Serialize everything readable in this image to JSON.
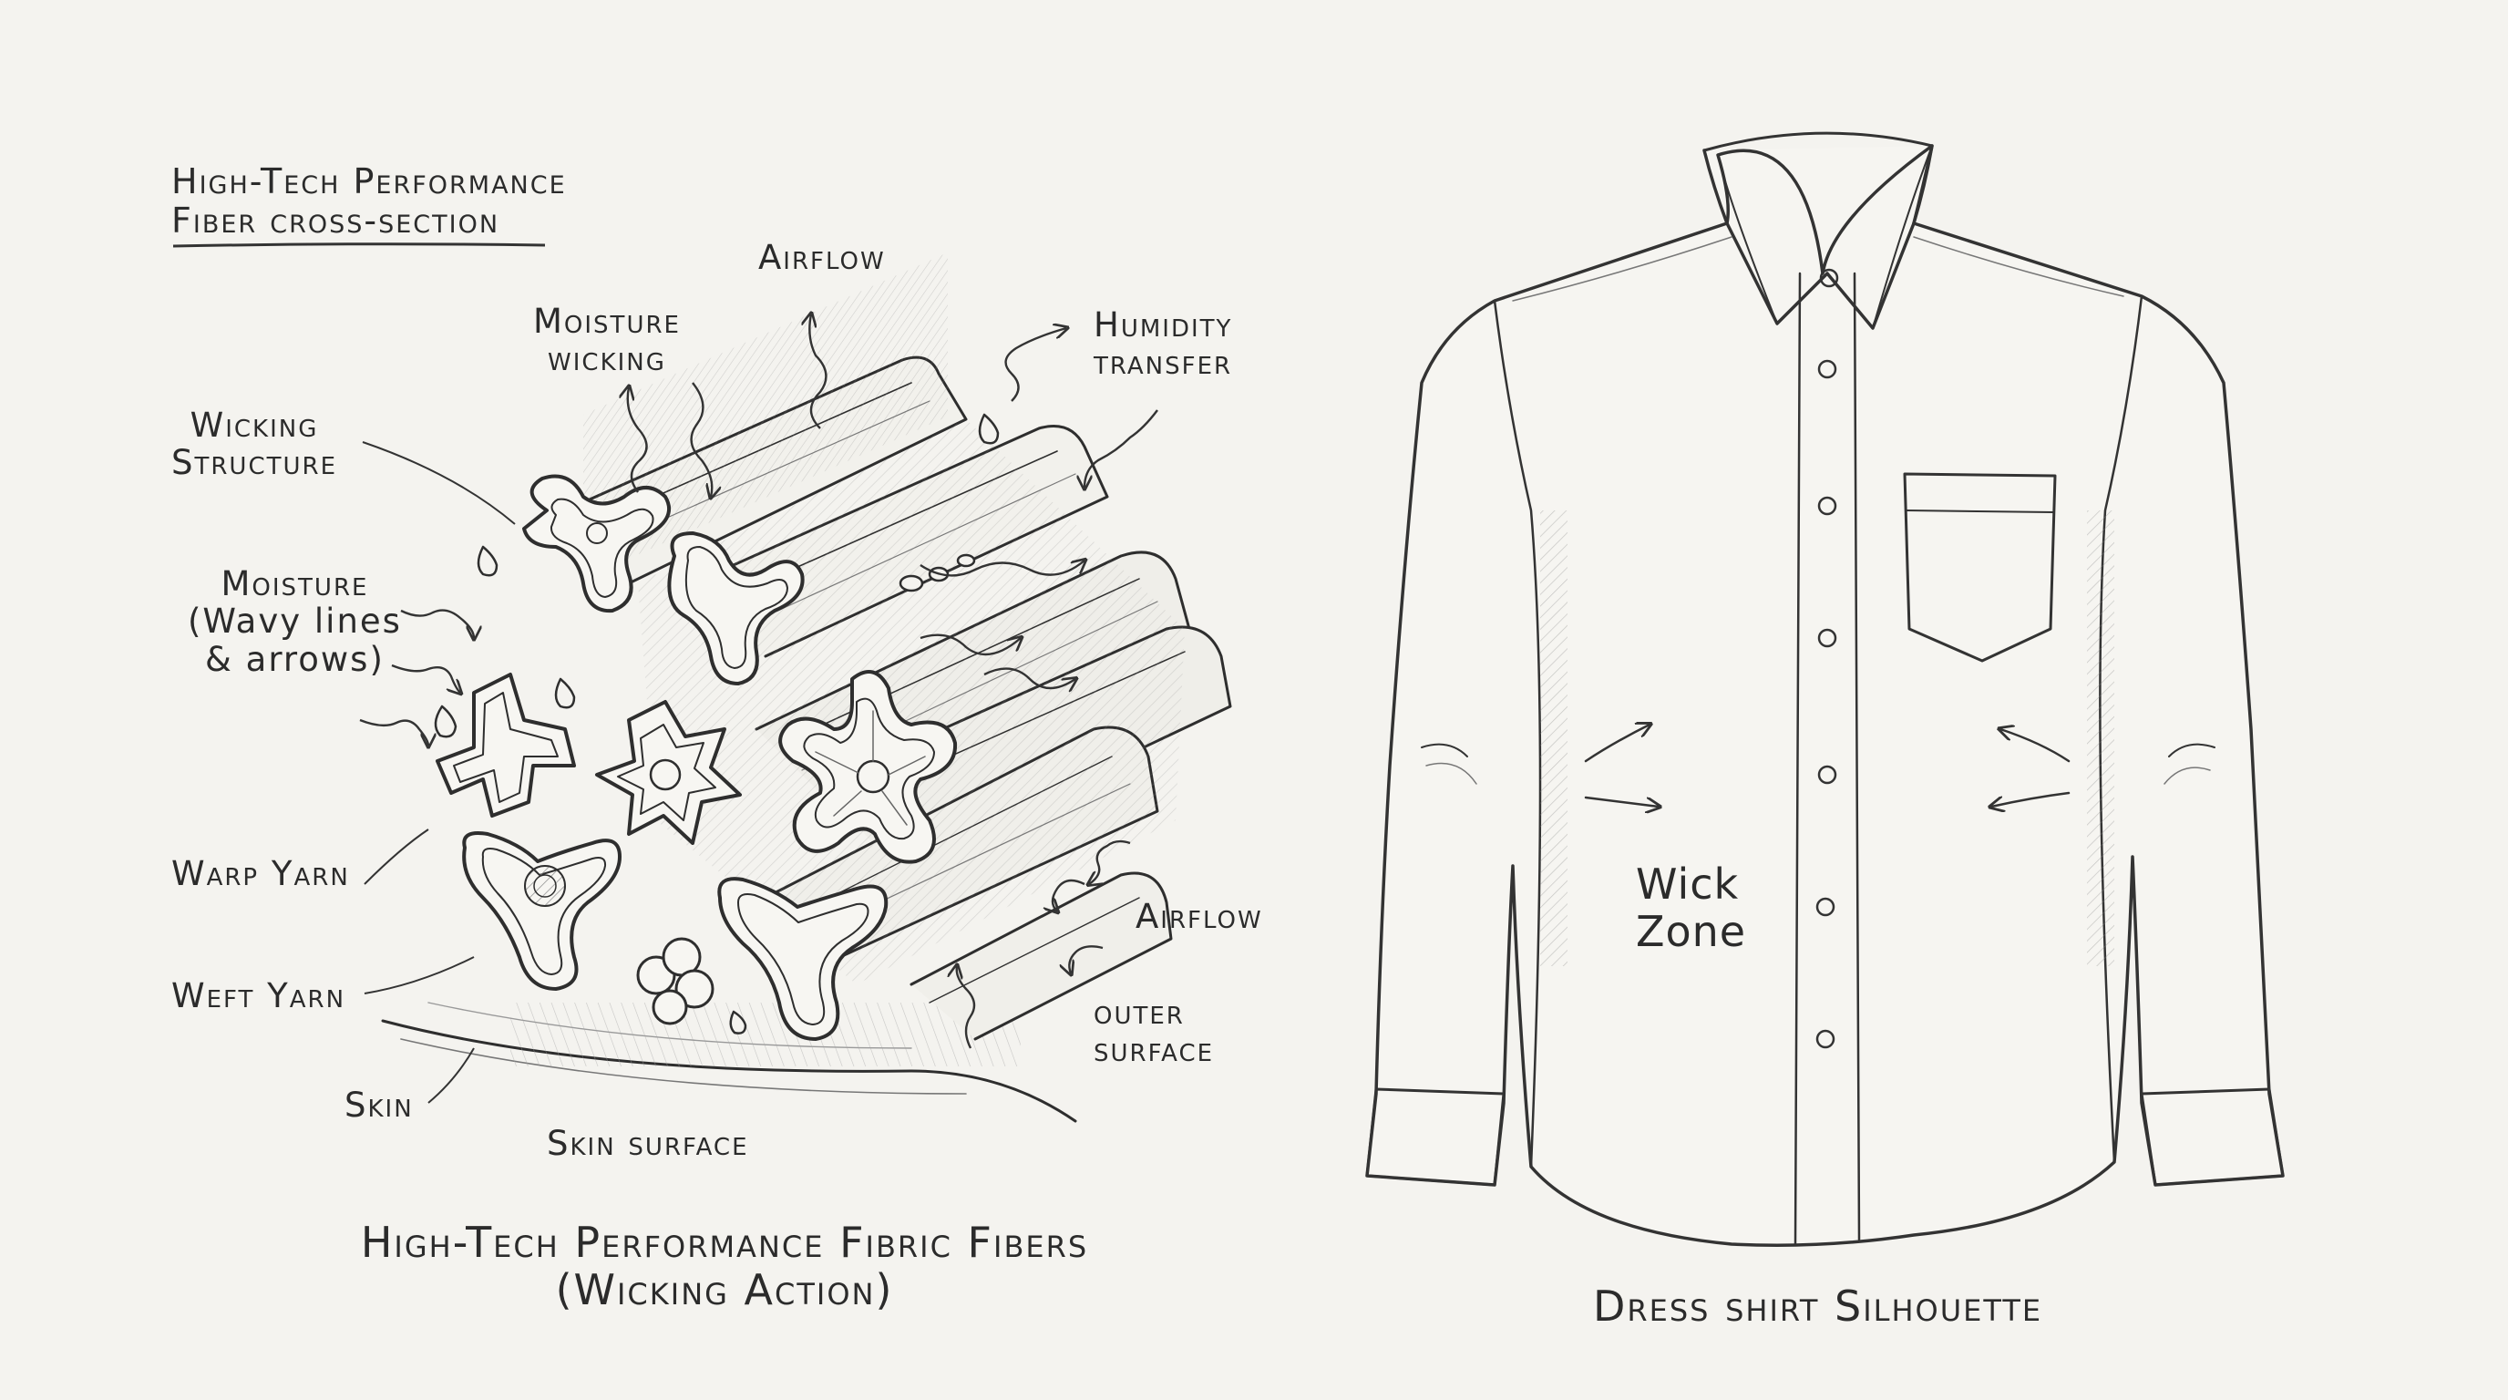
{
  "diagram": {
    "title_left": [
      "High-Tech Performance",
      "Fiber cross-section"
    ],
    "labels": {
      "airflow_top": "Airflow",
      "moisture_wicking": [
        "Moisture",
        "wicking"
      ],
      "humidity_transfer": [
        "Humidity",
        "transfer"
      ],
      "wicking_structure": [
        "Wicking",
        "Structure"
      ],
      "moisture_wavy": [
        "Moisture",
        "(Wavy lines",
        "& arrows)"
      ],
      "warp_yarn": "Warp Yarn",
      "weft_yarn": "Weft Yarn",
      "skin": "Skin",
      "skin_surface": "Skin surface",
      "airflow_right": "Airflow",
      "outer_surface": [
        "outer",
        "surface"
      ],
      "wick_zone": [
        "Wick",
        "Zone"
      ]
    },
    "caption_left": [
      "High-Tech Performance Fibric Fibers",
      "(Wicking Action)"
    ],
    "caption_right": "Dress shirt Silhouette"
  }
}
